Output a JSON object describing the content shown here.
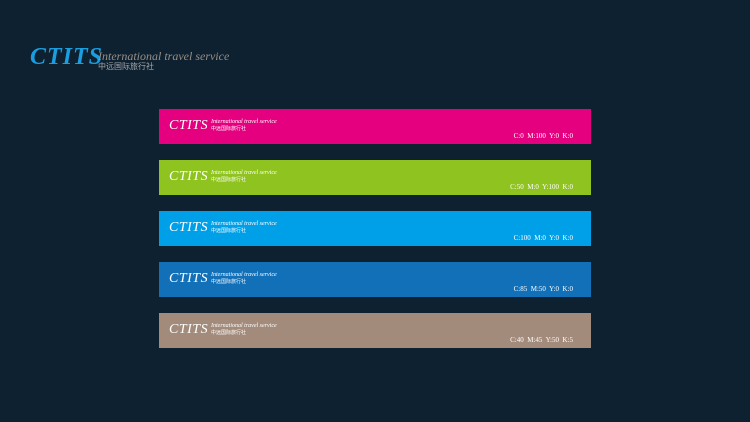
{
  "logo": {
    "mark": "CTITS",
    "english": "International travel service",
    "chinese": "中远国际旅行社",
    "mark_color": "#1a9ee0"
  },
  "swatches": [
    {
      "color": "#e4007f",
      "mark": "CTITS",
      "english": "International travel service",
      "chinese": "中远国际旅行社",
      "cmyk": "C:0  M:100  Y:0  K:0"
    },
    {
      "color": "#8fc31f",
      "mark": "CTITS",
      "english": "International travel service",
      "chinese": "中远国际旅行社",
      "cmyk": "C:50  M:0  Y:100  K:0"
    },
    {
      "color": "#00a0e9",
      "mark": "CTITS",
      "english": "International travel service",
      "chinese": "中远国际旅行社",
      "cmyk": "C:100  M:0  Y:0  K:0"
    },
    {
      "color": "#1170b8",
      "mark": "CTITS",
      "english": "International travel service",
      "chinese": "中远国际旅行社",
      "cmyk": "C:85  M:50  Y:0  K:0"
    },
    {
      "color": "#a38b7b",
      "mark": "CTITS",
      "english": "International travel service",
      "chinese": "中远国际旅行社",
      "cmyk": "C:40  M:45  Y:50  K:5"
    }
  ],
  "background_color": "#0d2131"
}
